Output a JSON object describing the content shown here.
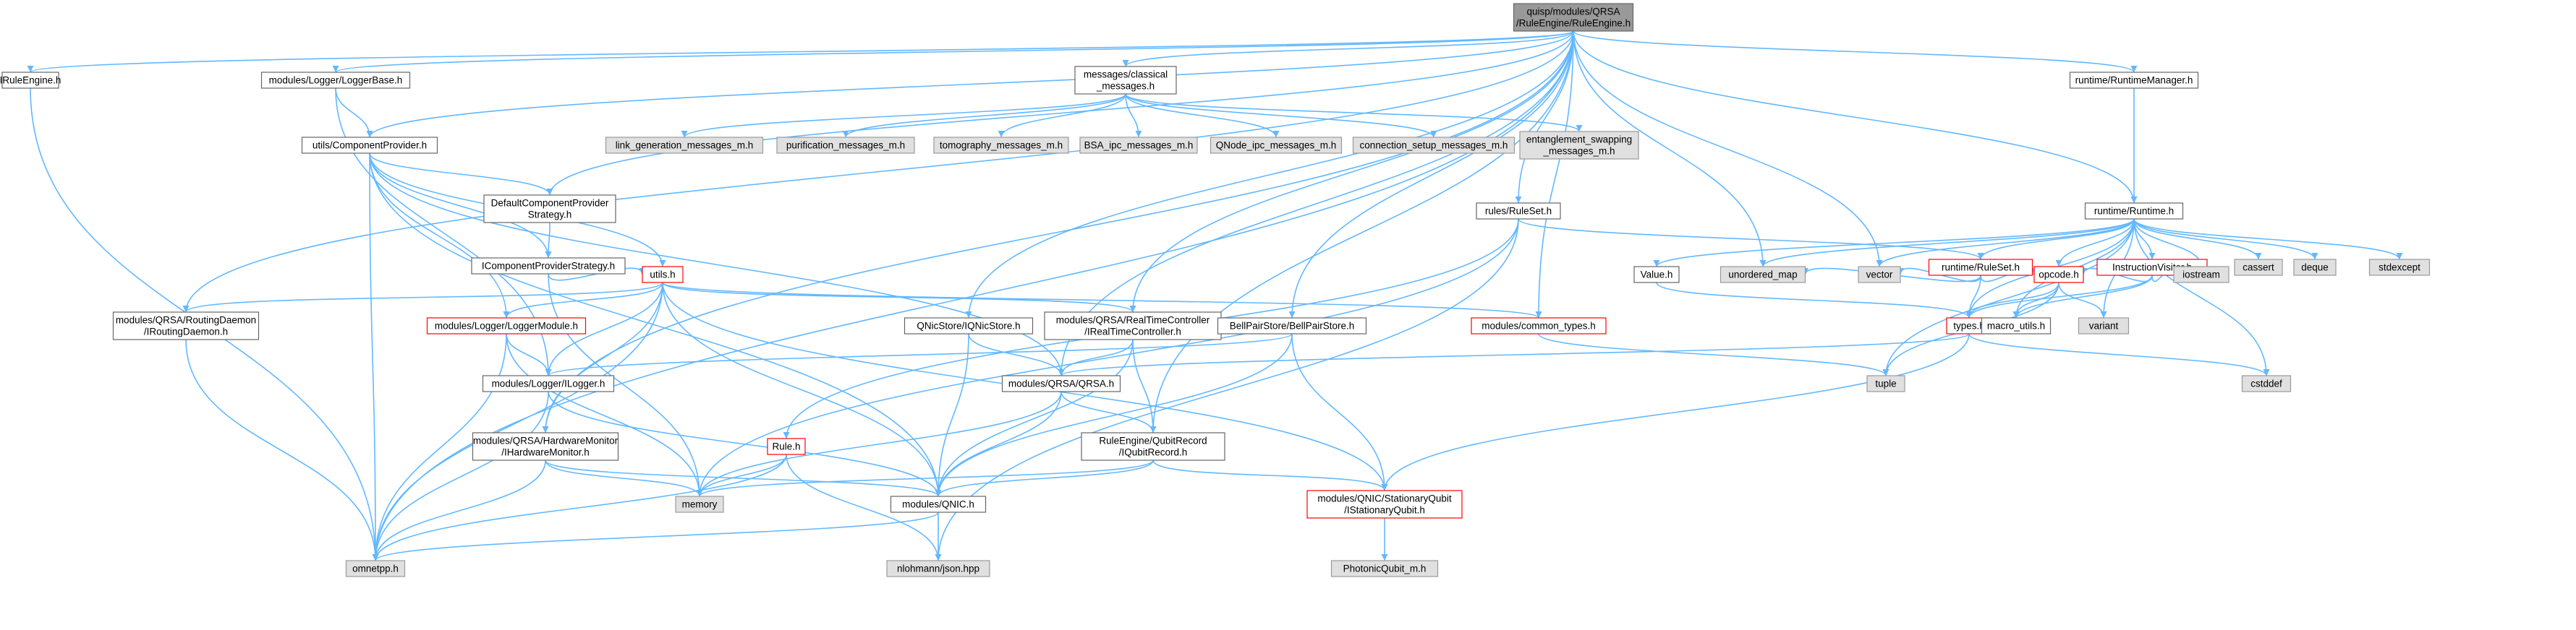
{
  "colors": {
    "edge": "#63b8ff",
    "root_fill": "#999999",
    "root_border": "#666666",
    "normal_fill": "#ffffff",
    "normal_border": "#666666",
    "system_fill": "#e0e0e0",
    "system_border": "#999999",
    "incomplete_border": "#ff0000",
    "text": "#000000"
  },
  "nodes": [
    {
      "id": "root",
      "kind": "root",
      "lines": [
        "quisp/modules/QRSA",
        "/RuleEngine/RuleEngine.h"
      ]
    },
    {
      "id": "irule_engine",
      "kind": "normal",
      "lines": [
        "IRuleEngine.h"
      ]
    },
    {
      "id": "logger_base",
      "kind": "normal",
      "lines": [
        "modules/Logger/LoggerBase.h"
      ]
    },
    {
      "id": "classical_messages",
      "kind": "normal",
      "lines": [
        "messages/classical",
        "_messages.h"
      ]
    },
    {
      "id": "runtime_manager",
      "kind": "normal",
      "lines": [
        "runtime/RuntimeManager.h"
      ]
    },
    {
      "id": "component_provider",
      "kind": "normal",
      "lines": [
        "utils/ComponentProvider.h"
      ]
    },
    {
      "id": "link_generation_messages",
      "kind": "system",
      "lines": [
        "link_generation_messages_m.h"
      ]
    },
    {
      "id": "purification_messages",
      "kind": "system",
      "lines": [
        "purification_messages_m.h"
      ]
    },
    {
      "id": "tomography_messages",
      "kind": "system",
      "lines": [
        "tomography_messages_m.h"
      ]
    },
    {
      "id": "bsa_ipc_messages",
      "kind": "system",
      "lines": [
        "BSA_ipc_messages_m.h"
      ]
    },
    {
      "id": "qnode_ipc_messages",
      "kind": "system",
      "lines": [
        "QNode_ipc_messages_m.h"
      ]
    },
    {
      "id": "connection_setup_messages",
      "kind": "system",
      "lines": [
        "connection_setup_messages_m.h"
      ]
    },
    {
      "id": "entanglement_swapping_messages",
      "kind": "system",
      "lines": [
        "entanglement_swapping",
        "_messages_m.h"
      ]
    },
    {
      "id": "default_component_provider_strategy",
      "kind": "normal",
      "lines": [
        "DefaultComponentProvider",
        "Strategy.h"
      ]
    },
    {
      "id": "icomponent_provider_strategy",
      "kind": "normal",
      "lines": [
        "IComponentProviderStrategy.h"
      ]
    },
    {
      "id": "rules_ruleset",
      "kind": "normal",
      "lines": [
        "rules/RuleSet.h"
      ]
    },
    {
      "id": "runtime_runtime",
      "kind": "normal",
      "lines": [
        "runtime/Runtime.h"
      ]
    },
    {
      "id": "utils_h",
      "kind": "incomplete",
      "lines": [
        "utils.h"
      ]
    },
    {
      "id": "runtime_ruleset",
      "kind": "incomplete",
      "lines": [
        "runtime/RuleSet.h"
      ]
    },
    {
      "id": "instruction_visitor",
      "kind": "incomplete",
      "lines": [
        "InstructionVisitor.h"
      ]
    },
    {
      "id": "cassert",
      "kind": "system",
      "lines": [
        "cassert"
      ]
    },
    {
      "id": "deque",
      "kind": "system",
      "lines": [
        "deque"
      ]
    },
    {
      "id": "stdexcept",
      "kind": "system",
      "lines": [
        "stdexcept"
      ]
    },
    {
      "id": "value_h",
      "kind": "normal",
      "lines": [
        "Value.h"
      ]
    },
    {
      "id": "unordered_map",
      "kind": "system",
      "lines": [
        "unordered_map"
      ]
    },
    {
      "id": "vector",
      "kind": "system",
      "lines": [
        "vector"
      ]
    },
    {
      "id": "opcode_h",
      "kind": "incomplete",
      "lines": [
        "opcode.h"
      ]
    },
    {
      "id": "iostream",
      "kind": "system",
      "lines": [
        "iostream"
      ]
    },
    {
      "id": "routing_daemon",
      "kind": "normal",
      "lines": [
        "modules/QRSA/RoutingDaemon",
        "/IRoutingDaemon.h"
      ]
    },
    {
      "id": "logger_module",
      "kind": "incomplete",
      "lines": [
        "modules/Logger/LoggerModule.h"
      ]
    },
    {
      "id": "qnic_store",
      "kind": "normal",
      "lines": [
        "QNicStore/IQNicStore.h"
      ]
    },
    {
      "id": "real_time_controller",
      "kind": "normal",
      "lines": [
        "modules/QRSA/RealTimeController",
        "/IRealTimeController.h"
      ]
    },
    {
      "id": "bell_pair_store",
      "kind": "normal",
      "lines": [
        "BellPairStore/BellPairStore.h"
      ]
    },
    {
      "id": "common_types",
      "kind": "incomplete",
      "lines": [
        "modules/common_types.h"
      ]
    },
    {
      "id": "types_h",
      "kind": "incomplete",
      "lines": [
        "types.h"
      ]
    },
    {
      "id": "variant",
      "kind": "system",
      "lines": [
        "variant"
      ]
    },
    {
      "id": "macro_utils",
      "kind": "normal",
      "lines": [
        "macro_utils.h"
      ]
    },
    {
      "id": "ilogger",
      "kind": "normal",
      "lines": [
        "modules/Logger/ILogger.h"
      ]
    },
    {
      "id": "qrsa_h",
      "kind": "normal",
      "lines": [
        "modules/QRSA/QRSA.h"
      ]
    },
    {
      "id": "tuple",
      "kind": "system",
      "lines": [
        "tuple"
      ]
    },
    {
      "id": "cstddef",
      "kind": "system",
      "lines": [
        "cstddef"
      ]
    },
    {
      "id": "hardware_monitor",
      "kind": "normal",
      "lines": [
        "modules/QRSA/HardwareMonitor",
        "/IHardwareMonitor.h"
      ]
    },
    {
      "id": "rule_h",
      "kind": "incomplete",
      "lines": [
        "Rule.h"
      ]
    },
    {
      "id": "qubit_record",
      "kind": "normal",
      "lines": [
        "RuleEngine/QubitRecord",
        "/IQubitRecord.h"
      ]
    },
    {
      "id": "memory",
      "kind": "system",
      "lines": [
        "memory"
      ]
    },
    {
      "id": "qnic_h",
      "kind": "normal",
      "lines": [
        "modules/QNIC.h"
      ]
    },
    {
      "id": "stationary_qubit",
      "kind": "incomplete",
      "lines": [
        "modules/QNIC/StationaryQubit",
        "/IStationaryQubit.h"
      ]
    },
    {
      "id": "omnetpp",
      "kind": "system",
      "lines": [
        "omnetpp.h"
      ]
    },
    {
      "id": "nlohmann_json",
      "kind": "system",
      "lines": [
        "nlohmann/json.hpp"
      ]
    },
    {
      "id": "photonic_qubit",
      "kind": "system",
      "lines": [
        "PhotonicQubit_m.h"
      ]
    }
  ],
  "edges": [
    [
      "root",
      "irule_engine"
    ],
    [
      "root",
      "logger_base"
    ],
    [
      "root",
      "classical_messages"
    ],
    [
      "root",
      "runtime_manager"
    ],
    [
      "root",
      "component_provider"
    ],
    [
      "root",
      "default_component_provider_strategy"
    ],
    [
      "root",
      "rules_ruleset"
    ],
    [
      "root",
      "runtime_runtime"
    ],
    [
      "root",
      "unordered_map"
    ],
    [
      "root",
      "vector"
    ],
    [
      "root",
      "routing_daemon"
    ],
    [
      "root",
      "qnic_store"
    ],
    [
      "root",
      "real_time_controller"
    ],
    [
      "root",
      "bell_pair_store"
    ],
    [
      "root",
      "common_types"
    ],
    [
      "root",
      "qrsa_h"
    ],
    [
      "root",
      "hardware_monitor"
    ],
    [
      "root",
      "qubit_record"
    ],
    [
      "root",
      "omnetpp"
    ],
    [
      "irule_engine",
      "omnetpp"
    ],
    [
      "logger_base",
      "component_provider"
    ],
    [
      "logger_base",
      "ilogger"
    ],
    [
      "classical_messages",
      "link_generation_messages"
    ],
    [
      "classical_messages",
      "purification_messages"
    ],
    [
      "classical_messages",
      "tomography_messages"
    ],
    [
      "classical_messages",
      "bsa_ipc_messages"
    ],
    [
      "classical_messages",
      "qnode_ipc_messages"
    ],
    [
      "classical_messages",
      "connection_setup_messages"
    ],
    [
      "classical_messages",
      "entanglement_swapping_messages"
    ],
    [
      "runtime_manager",
      "runtime_runtime"
    ],
    [
      "component_provider",
      "default_component_provider_strategy"
    ],
    [
      "component_provider",
      "icomponent_provider_strategy"
    ],
    [
      "component_provider",
      "utils_h"
    ],
    [
      "component_provider",
      "logger_module"
    ],
    [
      "component_provider",
      "qrsa_h"
    ],
    [
      "component_provider",
      "qnic_h"
    ],
    [
      "component_provider",
      "omnetpp"
    ],
    [
      "default_component_provider_strategy",
      "icomponent_provider_strategy"
    ],
    [
      "icomponent_provider_strategy",
      "utils_h"
    ],
    [
      "icomponent_provider_strategy",
      "memory"
    ],
    [
      "rules_ruleset",
      "runtime_ruleset"
    ],
    [
      "rules_ruleset",
      "rule_h"
    ],
    [
      "rules_ruleset",
      "memory"
    ],
    [
      "rules_ruleset",
      "nlohmann_json"
    ],
    [
      "runtime_runtime",
      "runtime_ruleset"
    ],
    [
      "runtime_runtime",
      "instruction_visitor"
    ],
    [
      "runtime_runtime",
      "cassert"
    ],
    [
      "runtime_runtime",
      "deque"
    ],
    [
      "runtime_runtime",
      "stdexcept"
    ],
    [
      "runtime_runtime",
      "value_h"
    ],
    [
      "runtime_runtime",
      "unordered_map"
    ],
    [
      "runtime_runtime",
      "vector"
    ],
    [
      "runtime_runtime",
      "opcode_h"
    ],
    [
      "runtime_runtime",
      "iostream"
    ],
    [
      "runtime_runtime",
      "types_h"
    ],
    [
      "runtime_runtime",
      "variant"
    ],
    [
      "runtime_runtime",
      "macro_utils"
    ],
    [
      "runtime_runtime",
      "tuple"
    ],
    [
      "runtime_runtime",
      "cstddef"
    ],
    [
      "utils_h",
      "routing_daemon"
    ],
    [
      "utils_h",
      "logger_module"
    ],
    [
      "utils_h",
      "real_time_controller"
    ],
    [
      "utils_h",
      "common_types"
    ],
    [
      "utils_h",
      "ilogger"
    ],
    [
      "utils_h",
      "hardware_monitor"
    ],
    [
      "utils_h",
      "qnic_h"
    ],
    [
      "utils_h",
      "stationary_qubit"
    ],
    [
      "utils_h",
      "omnetpp"
    ],
    [
      "runtime_ruleset",
      "unordered_map"
    ],
    [
      "runtime_ruleset",
      "vector"
    ],
    [
      "runtime_ruleset",
      "opcode_h"
    ],
    [
      "runtime_ruleset",
      "types_h"
    ],
    [
      "instruction_visitor",
      "opcode_h"
    ],
    [
      "instruction_visitor",
      "iostream"
    ],
    [
      "instruction_visitor",
      "macro_utils"
    ],
    [
      "instruction_visitor",
      "types_h"
    ],
    [
      "value_h",
      "types_h"
    ],
    [
      "opcode_h",
      "types_h"
    ],
    [
      "opcode_h",
      "variant"
    ],
    [
      "opcode_h",
      "macro_utils"
    ],
    [
      "opcode_h",
      "tuple"
    ],
    [
      "routing_daemon",
      "omnetpp"
    ],
    [
      "logger_module",
      "ilogger"
    ],
    [
      "logger_module",
      "memory"
    ],
    [
      "logger_module",
      "omnetpp"
    ],
    [
      "qnic_store",
      "qrsa_h"
    ],
    [
      "qnic_store",
      "qnic_h"
    ],
    [
      "real_time_controller",
      "qrsa_h"
    ],
    [
      "real_time_controller",
      "qubit_record"
    ],
    [
      "real_time_controller",
      "qnic_h"
    ],
    [
      "bell_pair_store",
      "ilogger"
    ],
    [
      "bell_pair_store",
      "qnic_h"
    ],
    [
      "bell_pair_store",
      "stationary_qubit"
    ],
    [
      "common_types",
      "tuple"
    ],
    [
      "types_h",
      "qrsa_h"
    ],
    [
      "types_h",
      "stationary_qubit"
    ],
    [
      "types_h",
      "cstddef"
    ],
    [
      "ilogger",
      "qnic_h"
    ],
    [
      "ilogger",
      "omnetpp"
    ],
    [
      "qrsa_h",
      "qubit_record"
    ],
    [
      "qrsa_h",
      "qnic_h"
    ],
    [
      "qrsa_h",
      "memory"
    ],
    [
      "hardware_monitor",
      "qnic_h"
    ],
    [
      "hardware_monitor",
      "memory"
    ],
    [
      "hardware_monitor",
      "omnetpp"
    ],
    [
      "rule_h",
      "memory"
    ],
    [
      "rule_h",
      "nlohmann_json"
    ],
    [
      "rule_h",
      "omnetpp"
    ],
    [
      "qubit_record",
      "stationary_qubit"
    ],
    [
      "qubit_record",
      "qnic_h"
    ],
    [
      "qubit_record",
      "memory"
    ],
    [
      "qnic_h",
      "omnetpp"
    ],
    [
      "qnic_h",
      "nlohmann_json"
    ],
    [
      "stationary_qubit",
      "photonic_qubit"
    ]
  ]
}
